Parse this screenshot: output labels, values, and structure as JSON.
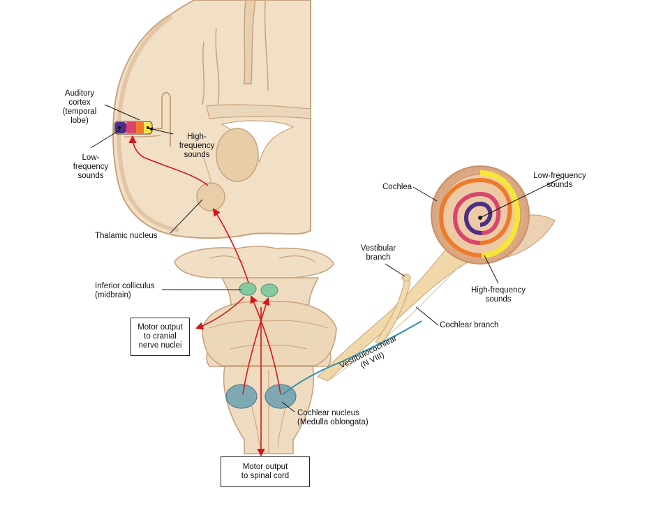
{
  "labels": {
    "auditory_cortex": "Auditory\ncortex\n(temporal\nlobe)",
    "low_freq_cortex": "Low-\nfrequency\nsounds",
    "high_freq_cortex": "High-\nfrequency\nsounds",
    "thalamic_nucleus": "Thalamic nucleus",
    "inferior_colliculus": "Inferior colliculus\n(midbrain)",
    "cochlea": "Cochlea",
    "low_freq_cochlea": "Low-frequency\nsounds",
    "high_freq_cochlea": "High-frequency\nsounds",
    "vestibular_branch": "Vestibular\nbranch",
    "cochlear_branch": "Cochlear branch",
    "vestibulocochlear": "Vestibulocochlear\n(N VIII)",
    "cochlear_nucleus": "Cochlear nucleus\n(Medulla oblongata)"
  },
  "boxes": {
    "motor_cranial": "Motor output\nto cranial\nnerve nuclei",
    "motor_spinal": "Motor output\nto spinal cord"
  },
  "colors": {
    "tissue": "#efdcc0",
    "tissue_dark": "#c79d74",
    "pathway": "#d4161b",
    "colliculus": "#86c9a0",
    "cochlear_nucleus": "#7ea9b3",
    "nerve_blue": "#2e8fb3",
    "cortex_low": "#4b2e86",
    "cortex_mid": "#d9456b",
    "cortex_high": "#f5e63a"
  }
}
